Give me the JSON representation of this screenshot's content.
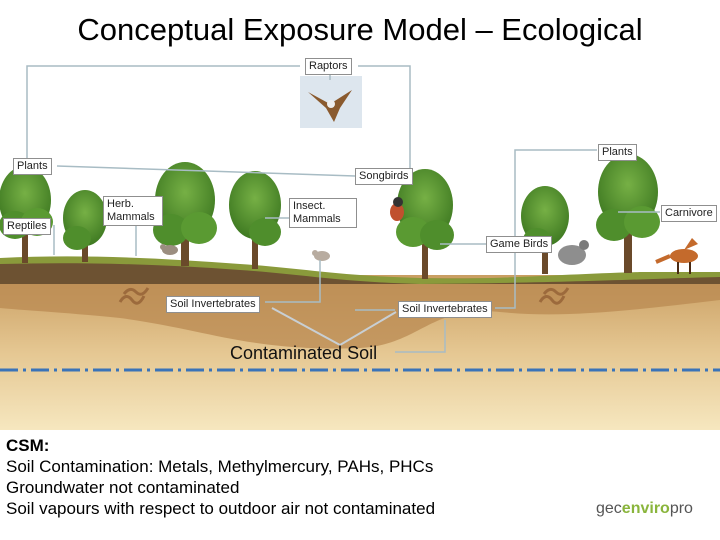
{
  "title": "Conceptual Exposure Model – Ecological",
  "receptors": {
    "raptors": "Raptors",
    "plants_right": "Plants",
    "plants_left": "Plants",
    "songbirds": "Songbirds",
    "reptiles": "Reptiles",
    "herb_mammals": "Herb. Mammals",
    "insect_mammals": "Insect. Mammals",
    "carnivore": "Carnivore",
    "game_birds": "Game Birds",
    "soil_invertebrates_left": "Soil Invertebrates",
    "soil_invertebrates_right": "Soil Invertebrates"
  },
  "media": {
    "contaminated_soil": "Contaminated Soil"
  },
  "csm": {
    "heading": "CSM:",
    "line1": "Soil Contamination: Metals, Methylmercury, PAHs, PHCs",
    "line2": "Groundwater not contaminated",
    "line3": "Soil vapours with respect to outdoor air not contaminated"
  },
  "logo": {
    "part1": "gec",
    "part2": "enviro",
    "part3": "pro"
  },
  "colors": {
    "sky": "#ffffff",
    "soil_upper": "#d8b47c",
    "soil_lower": "#f1dfaf",
    "topsoil": "#7a5a34",
    "groundwater_line": "#3a73b8",
    "tree_foliage": "#4f8e2c",
    "connector": "#9fb0b8"
  }
}
